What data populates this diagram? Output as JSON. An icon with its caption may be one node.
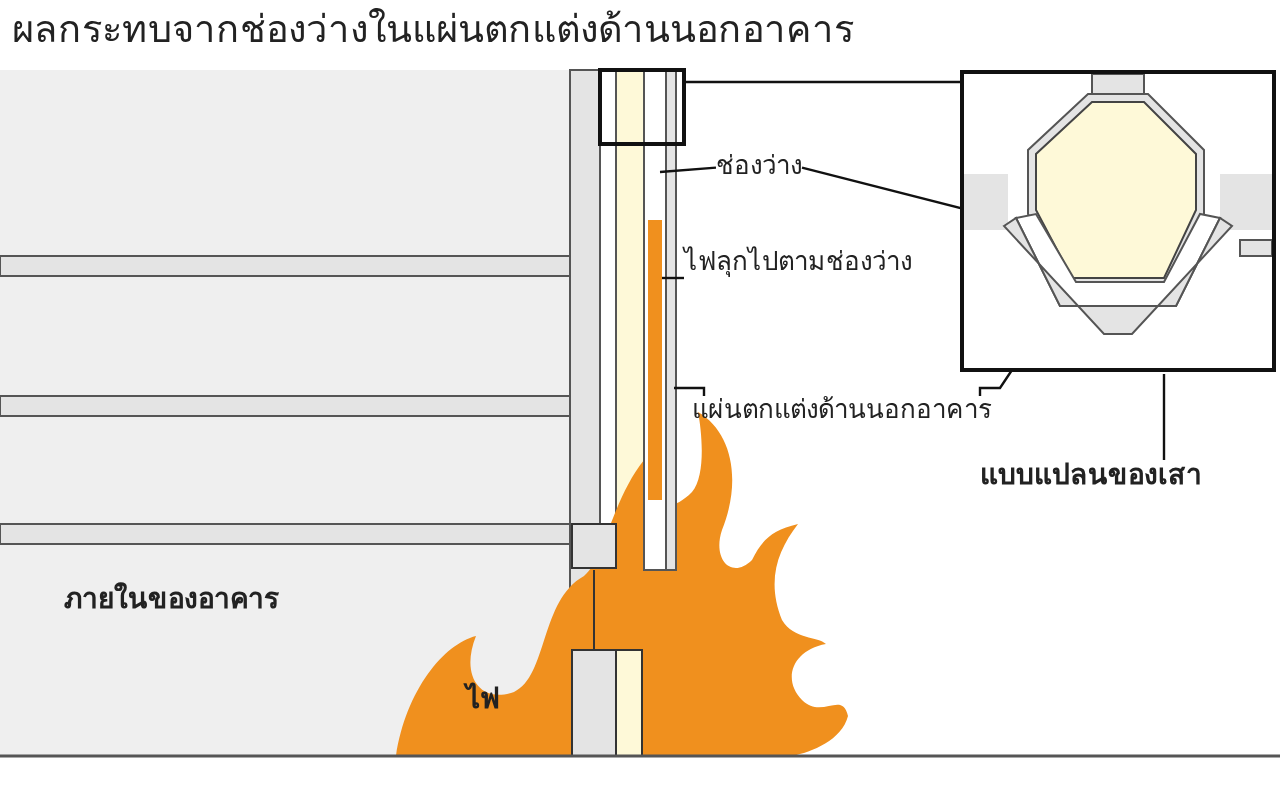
{
  "diagram": {
    "title": "ผลกระทบจากช่องว่างในแผ่นตกแต่งด้านนอกอาคาร",
    "nodes": [
      {
        "text": [
          "ช่องว่าง"
        ]
      },
      {
        "text": [
          "ไฟลุกไปตามช่องว่าง"
        ]
      },
      {
        "text": [
          "แผ่นตกแต่งด้านนอกอาคาร"
        ]
      },
      {
        "text": [
          "แบบแปลนของเสา"
        ]
      },
      {
        "text": [],
        "shape": "box"
      },
      {
        "text": [],
        "shape": "bar"
      },
      {
        "text": [],
        "shape": "bar",
        "in": 5
      },
      {
        "text": [],
        "shape": "bar"
      },
      {
        "text": [],
        "shape": "picture"
      },
      {
        "text": [],
        "shape": "picture",
        "in": 8
      },
      {
        "text": [],
        "shape": "picture",
        "in": 8
      }
    ],
    "edges": [
      {
        "from": 0,
        "to": 5,
        "arrow": "none"
      },
      {
        "from": 0,
        "to": 9,
        "arrow": "none"
      },
      {
        "from": 1,
        "to": 6,
        "arrow": "none"
      },
      {
        "from": 2,
        "to": 7,
        "arrow": "none"
      },
      {
        "from": 2,
        "to": 10,
        "arrow": "none"
      },
      {
        "from": 3,
        "to": 8,
        "arrow": "none"
      },
      {
        "from": 4,
        "to": 8,
        "arrow": "none"
      }
    ],
    "labels": [
      "ภายในของอาคาร",
      "ไฟ"
    ]
  }
}
